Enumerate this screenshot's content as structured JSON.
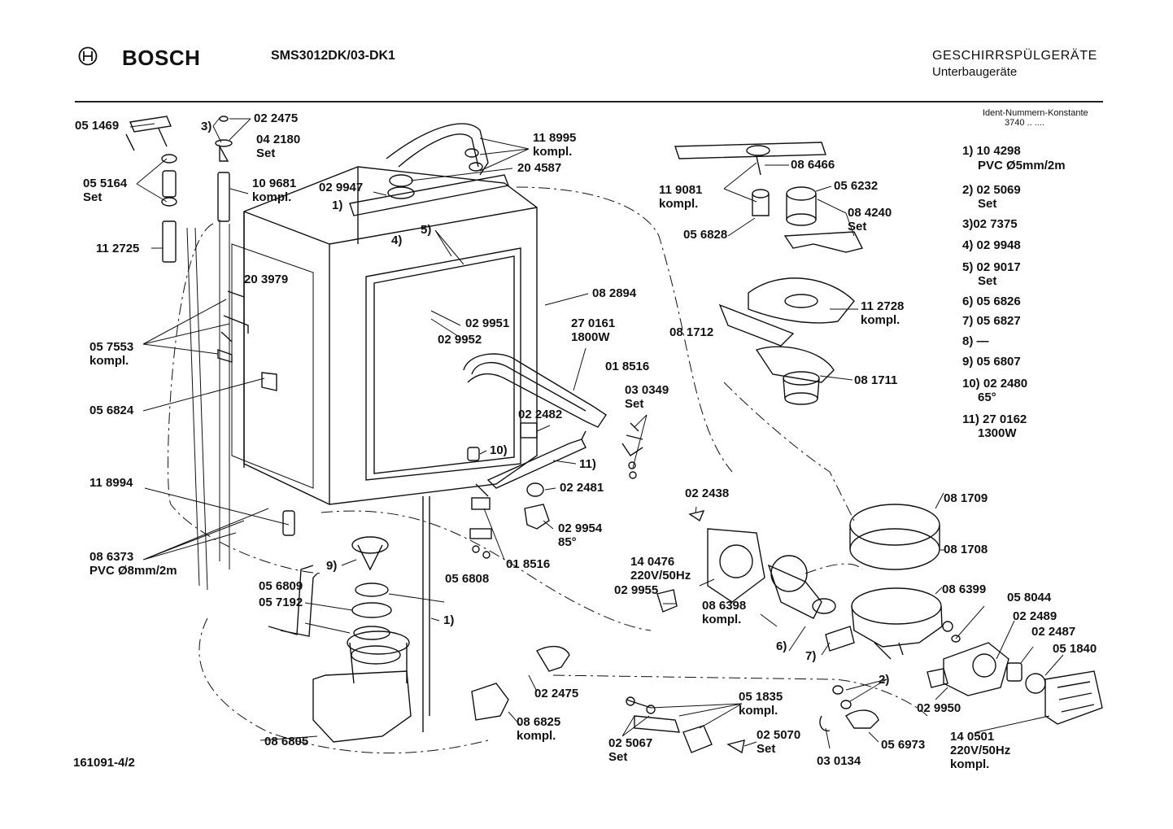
{
  "header": {
    "brand": "BOSCH",
    "model": "SMS3012DK/03-DK1",
    "category": "GESCHIRRSPÜLGERÄTE",
    "subcategory": "Unterbaugeräte",
    "ident_title": "Ident-Nummern-Konstante",
    "ident_value": "3740  ..  ....",
    "logo_icon": "bosch-armature-icon"
  },
  "document_number": "161091-4/2",
  "legend": [
    {
      "key": "1)",
      "value": "10 4298",
      "sub": "PVC Ø5mm/2m"
    },
    {
      "key": "2)",
      "value": "02 5069",
      "sub": "Set"
    },
    {
      "key": "3)",
      "value": "02 7375",
      "sub": ""
    },
    {
      "key": "4)",
      "value": "02 9948",
      "sub": ""
    },
    {
      "key": "5)",
      "value": "02 9017",
      "sub": "Set"
    },
    {
      "key": "6)",
      "value": "05 6826",
      "sub": ""
    },
    {
      "key": "7)",
      "value": "05 6827",
      "sub": ""
    },
    {
      "key": "8)",
      "value": "—",
      "sub": ""
    },
    {
      "key": "9)",
      "value": "05 6807",
      "sub": ""
    },
    {
      "key": "10)",
      "value": "02 2480",
      "sub": "65°"
    },
    {
      "key": "11)",
      "value": "27 0162",
      "sub": "1300W"
    }
  ],
  "parts": {
    "p051469": "05 1469",
    "p022475a": "02 2475",
    "p3": "3)",
    "p042180": "04 2180",
    "p042180s": "Set",
    "p055164": "05 5164",
    "p055164s": "Set",
    "p109681": "10 9681",
    "p109681k": "kompl.",
    "p112725": "11 2725",
    "p118995": "11 8995",
    "p118995k": "kompl.",
    "p204587": "20 4587",
    "p029947": "02 9947",
    "p1a": "1)",
    "p4": "4)",
    "p5": "5)",
    "p203979": "20 3979",
    "p057553": "05 7553",
    "p057553k": "kompl.",
    "p056824": "05 6824",
    "p029951": "02 9951",
    "p029952": "02 9952",
    "p082894": "08 2894",
    "p270161": "27 0161",
    "p270161w": "1800W",
    "p018516a": "01 8516",
    "p030349": "03 0349",
    "p030349s": "Set",
    "p022482": "02 2482",
    "p10": "10)",
    "p11": "11)",
    "p022481": "02 2481",
    "p029954": "02 9954",
    "p029954t": "85°",
    "p018516b": "01 8516",
    "p118994": "11 8994",
    "p086373": "08 6373",
    "p086373p": "PVC Ø8mm/2m",
    "p9": "9)",
    "p056809": "05 6809",
    "p057192": "05 7192",
    "p056808": "05 6808",
    "p1b": "1)",
    "p022475b": "02 2475",
    "p086825": "08 6825",
    "p086825k": "kompl.",
    "p086805": "08 6805",
    "p119081": "11 9081",
    "p119081k": "kompl.",
    "p086466": "08 6466",
    "p056232": "05 6232",
    "p084240": "08 4240",
    "p084240s": "Set",
    "p056828": "05 6828",
    "p081712": "08 1712",
    "p112728": "11 2728",
    "p112728k": "kompl.",
    "p081711": "08 1711",
    "p022438": "02 2438",
    "p140476": "14 0476",
    "p140476v": "220V/50Hz",
    "p029955": "02 9955",
    "p086398": "08 6398",
    "p086398k": "kompl.",
    "p6": "6)",
    "p7": "7)",
    "p081709": "08 1709",
    "p081708": "08 1708",
    "p086399": "08 6399",
    "p058044": "05 8044",
    "p022489": "02 2489",
    "p022487": "02 2487",
    "p051840": "05 1840",
    "p2": "2)",
    "p029950": "02 9950",
    "p051835": "05 1835",
    "p051835k": "kompl.",
    "p025067": "02 5067",
    "p025067s": "Set",
    "p025070": "02 5070",
    "p025070s": "Set",
    "p030134": "03 0134",
    "p056973": "05 6973",
    "p140501": "14 0501",
    "p140501v": "220V/50Hz",
    "p140501k": "kompl."
  }
}
